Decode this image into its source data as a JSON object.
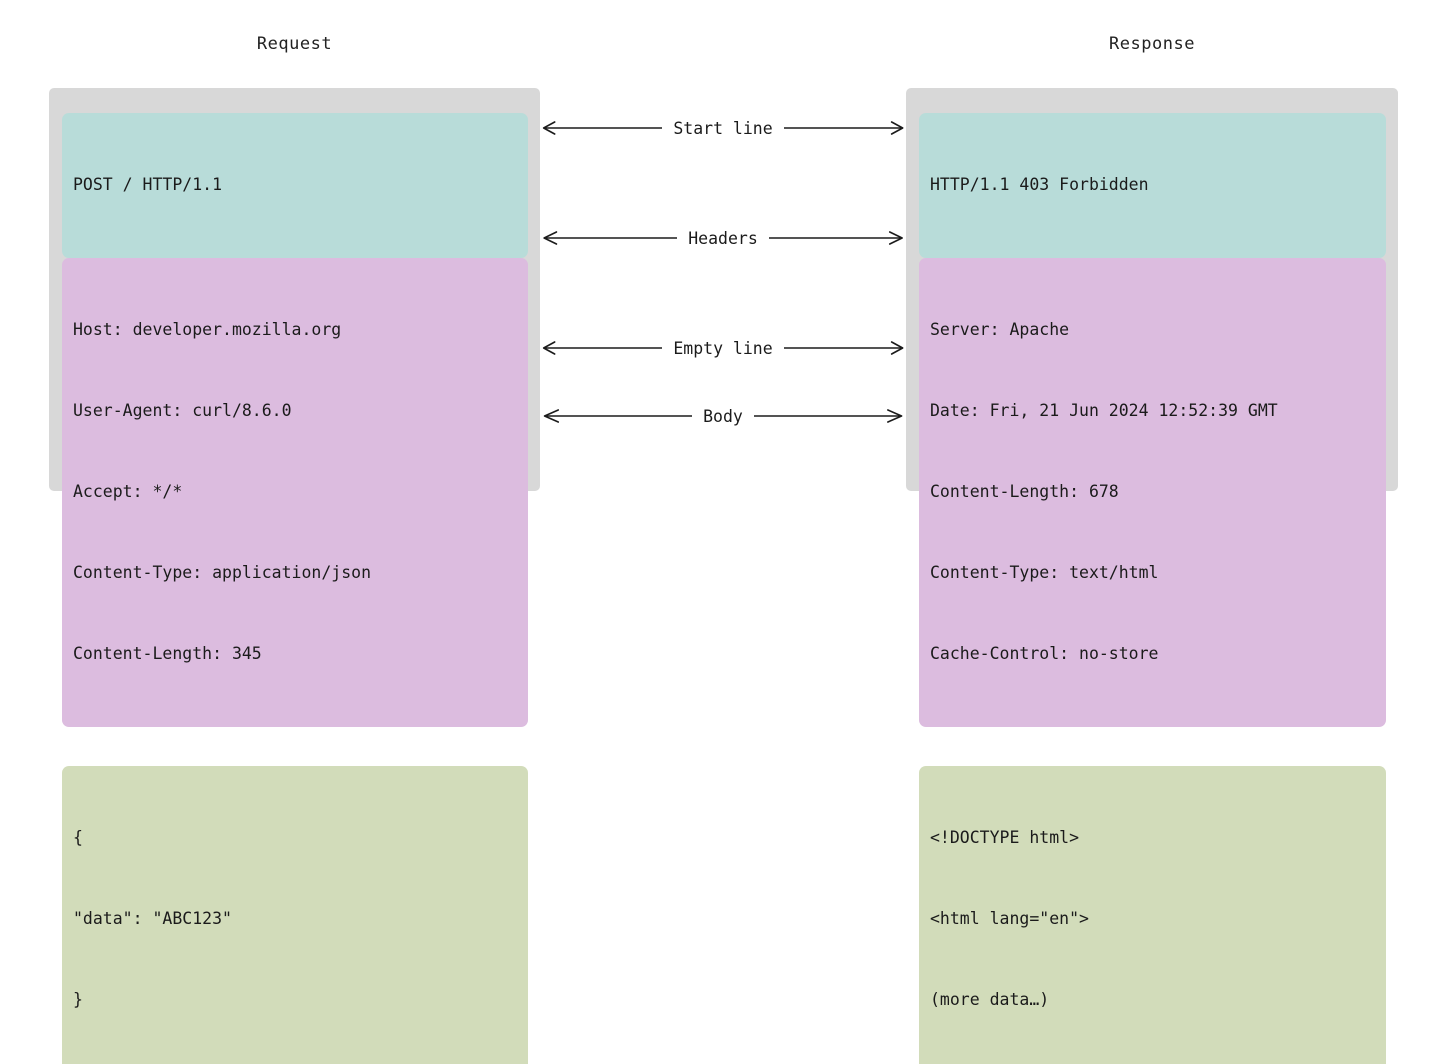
{
  "columns": {
    "request_title": "Request",
    "response_title": "Response"
  },
  "request": {
    "start_line": [
      "POST / HTTP/1.1"
    ],
    "headers": [
      "Host: developer.mozilla.org",
      "User-Agent: curl/8.6.0",
      "Accept: */*",
      "Content-Type: application/json",
      "Content-Length: 345"
    ],
    "body": [
      "{",
      "\"data\": \"ABC123\"",
      "}"
    ]
  },
  "response": {
    "start_line": [
      "HTTP/1.1 403 Forbidden"
    ],
    "headers": [
      "Server: Apache",
      "Date: Fri, 21 Jun 2024 12:52:39 GMT",
      "Content-Length: 678",
      "Content-Type: text/html",
      "Cache-Control: no-store"
    ],
    "body": [
      "<!DOCTYPE html>",
      "<html lang=\"en\">",
      "(more data…)"
    ]
  },
  "annotations": {
    "start_line": "Start line",
    "headers": "Headers",
    "empty_line": "Empty line",
    "body": "Body"
  },
  "colors": {
    "panel_background": "#d8d8d8",
    "start_line_box": "#b8dcd9",
    "headers_box": "#dcbcdf",
    "body_box": "#d2dcba",
    "page_background": "#ffffff",
    "text": "#1b1b1b",
    "arrow": "#1b1b1b"
  }
}
